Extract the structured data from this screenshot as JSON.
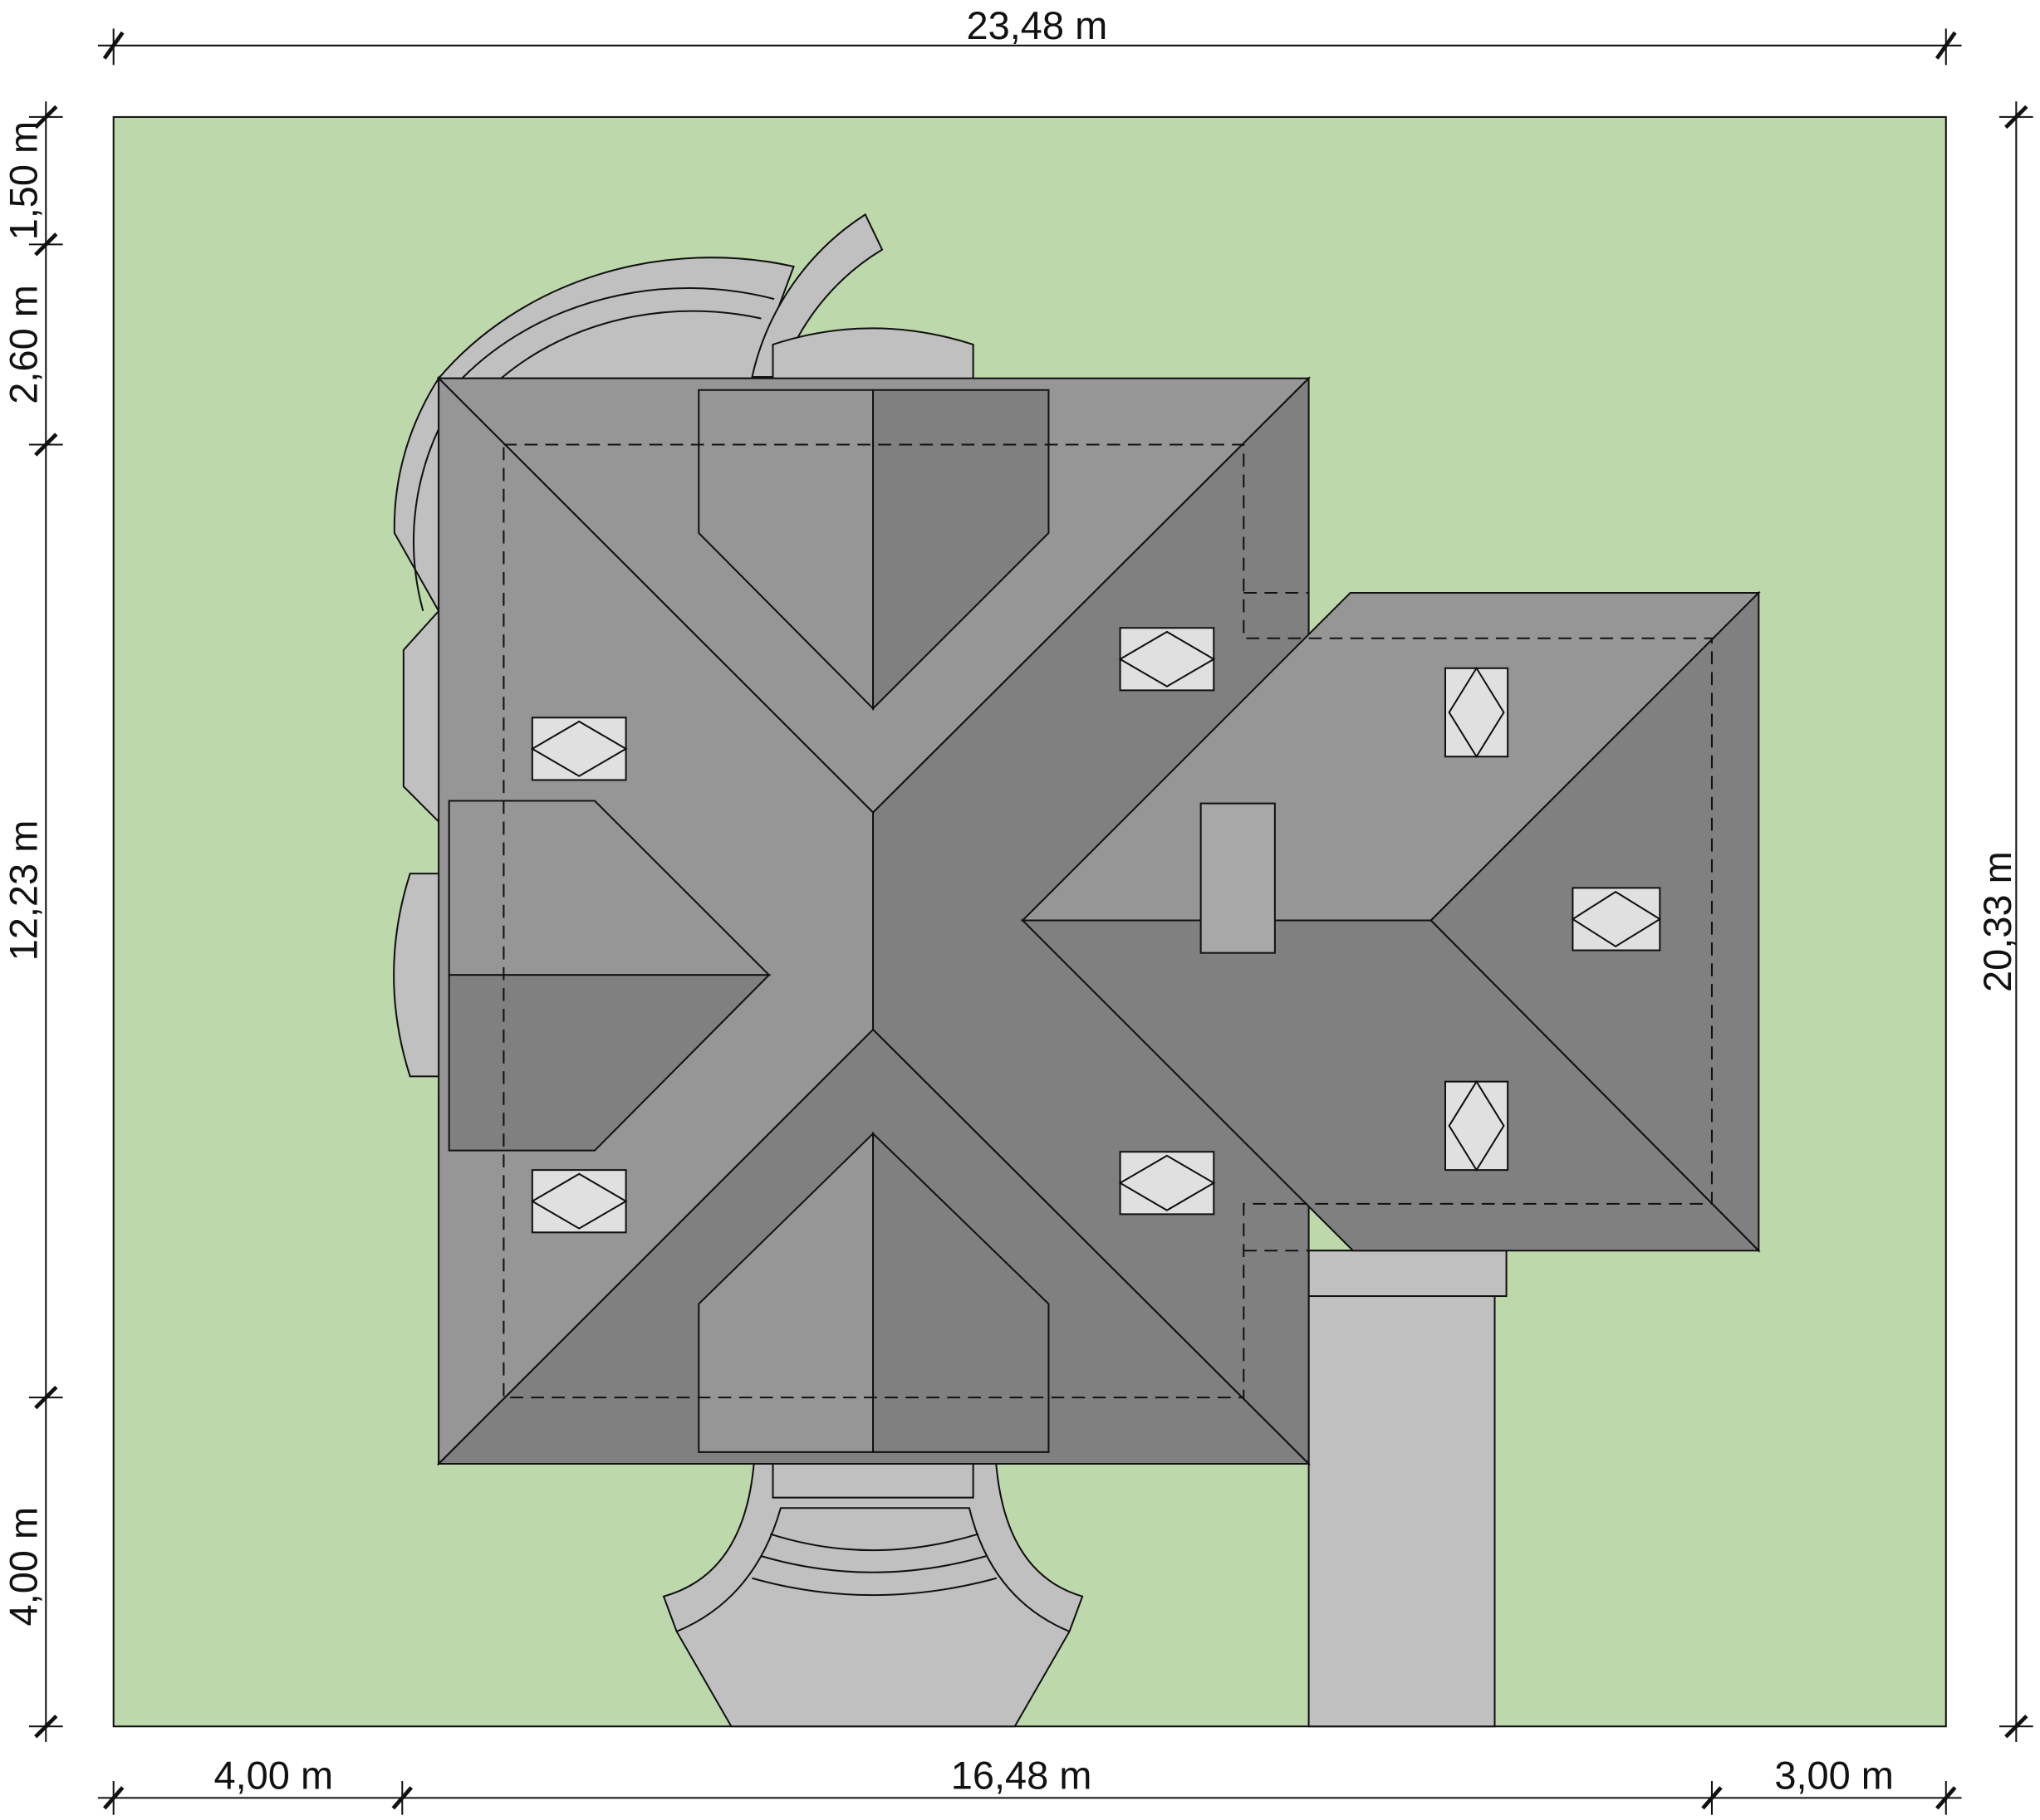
{
  "colors": {
    "lot": "#bdd8aa",
    "paving": "#c0c0c0",
    "roof_light": "#969696",
    "roof_dark": "#808080",
    "skylight": "#e0e0e0",
    "chimney": "#a8a8a8"
  },
  "dimensions": {
    "top_width": "23,48 m",
    "right_depth": "20,33 m",
    "left": [
      "1,50 m",
      "2,60 m",
      "12,23 m",
      "4,00 m"
    ],
    "bottom": [
      "4,00 m",
      "16,48 m",
      "3,00 m"
    ]
  }
}
